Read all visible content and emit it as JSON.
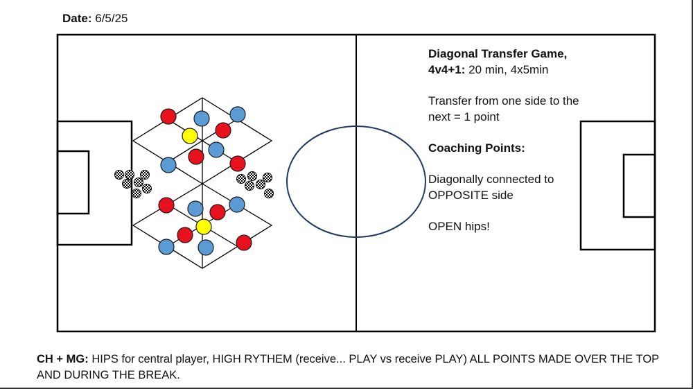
{
  "header": {
    "date_label": "Date:",
    "date_value": "6/5/25"
  },
  "notes": {
    "title": "Diagonal Transfer Game,",
    "format_label": "4v4+1:",
    "format_value": "20 min, 4x5min",
    "rule_line1": "Transfer from one side to the",
    "rule_line2": "next = 1 point",
    "coaching_title": "Coaching Points:",
    "point1_line1": "Diagonally connected to",
    "point1_line2": "OPPOSITE side",
    "point2": "OPEN hips!"
  },
  "footer": {
    "label": "CH + MG:",
    "line1": "HIPS for central player, HIGH RYTHEM (receive... PLAY vs receive PLAY) ALL POINTS MADE OVER THE TOP",
    "line2": "AND DURING THE BREAK."
  },
  "colors": {
    "red": "#e8121f",
    "blue": "#5b9bd5",
    "yellow": "#ffff00",
    "circle_stroke": "#1f3864",
    "lines": "#000000"
  },
  "icons": {
    "ball": "soccer-ball-icon",
    "player": "player-marker-icon"
  }
}
